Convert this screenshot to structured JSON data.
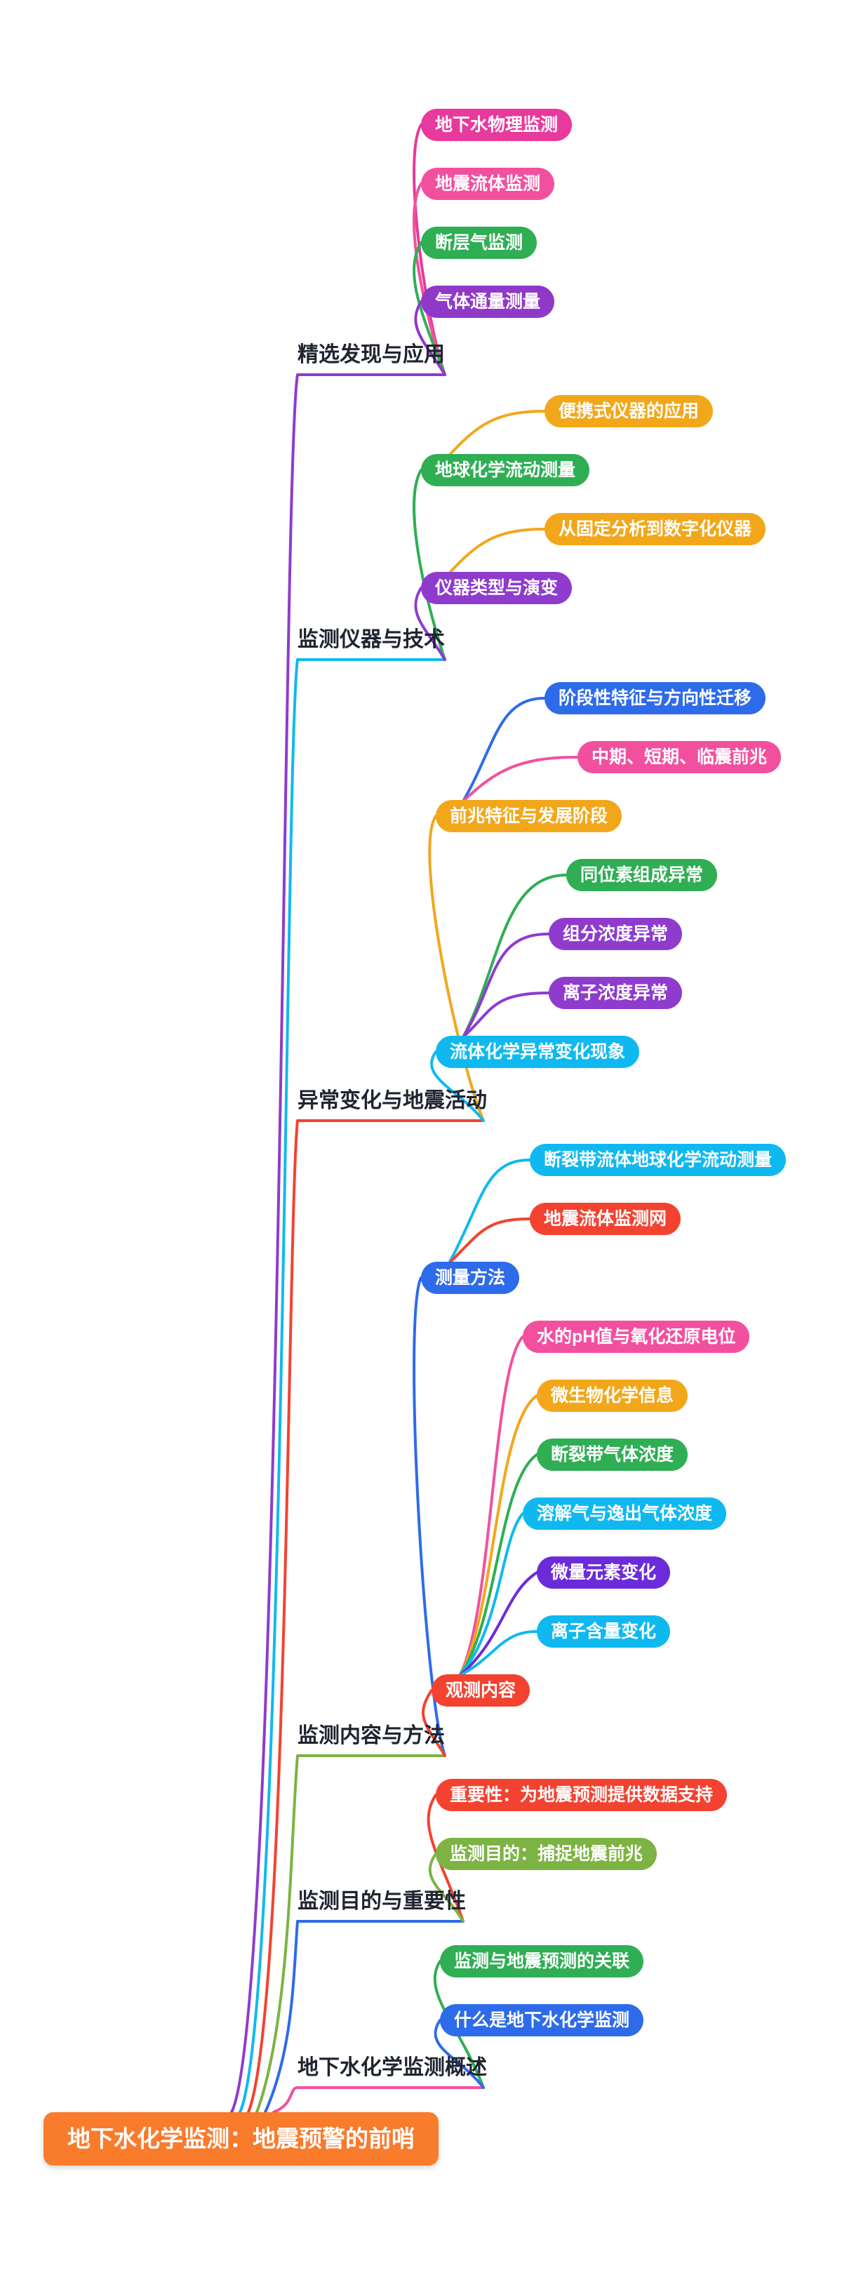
{
  "root": {
    "label": "地下水化学监测：地震预警的前哨",
    "color": "#F97B2C"
  },
  "topics": [
    {
      "label": "精选发现与应用",
      "color": "#8E3BCE",
      "children": [
        {
          "label": "地下水物理监测",
          "color": "#E8399C"
        },
        {
          "label": "地震流体监测",
          "color": "#F2509F"
        },
        {
          "label": "断层气监测",
          "color": "#2FAE54"
        },
        {
          "label": "气体通量测量",
          "color": "#9038C8"
        }
      ]
    },
    {
      "label": "监测仪器与技术",
      "color": "#0FB9F0",
      "children": [
        {
          "label": "地球化学流动测量",
          "color": "#2FAE54",
          "children": [
            {
              "label": "便携式仪器的应用",
              "color": "#F2A71B"
            }
          ]
        },
        {
          "label": "仪器类型与演变",
          "color": "#8E3BCE",
          "children": [
            {
              "label": "从固定分析到数字化仪器",
              "color": "#F2A71B"
            }
          ]
        }
      ]
    },
    {
      "label": "异常变化与地震活动",
      "color": "#F44230",
      "children": [
        {
          "label": "前兆特征与发展阶段",
          "color": "#F2A71B",
          "children": [
            {
              "label": "阶段性特征与方向性迁移",
              "color": "#2E6BEA"
            },
            {
              "label": "中期、短期、临震前兆",
              "color": "#F2509F"
            }
          ]
        },
        {
          "label": "流体化学异常变化现象",
          "color": "#0FB9F0",
          "children": [
            {
              "label": "同位素组成异常",
              "color": "#2FAE54"
            },
            {
              "label": "组分浓度异常",
              "color": "#8E3BCE"
            },
            {
              "label": "离子浓度异常",
              "color": "#8E3BCE"
            }
          ]
        }
      ]
    },
    {
      "label": "监测内容与方法",
      "color": "#7CB342",
      "children": [
        {
          "label": "测量方法",
          "color": "#2E6BEA",
          "children": [
            {
              "label": "断裂带流体地球化学流动测量",
              "color": "#0FB9F0"
            },
            {
              "label": "地震流体监测网",
              "color": "#F44230"
            }
          ]
        },
        {
          "label": "观测内容",
          "color": "#F44230",
          "children": [
            {
              "label": "水的pH值与氧化还原电位",
              "color": "#F2509F"
            },
            {
              "label": "微生物化学信息",
              "color": "#F2A71B"
            },
            {
              "label": "断裂带气体浓度",
              "color": "#2FAE54"
            },
            {
              "label": "溶解气与逸出气体浓度",
              "color": "#0FB9F0"
            },
            {
              "label": "微量元素变化",
              "color": "#6C2BD9"
            },
            {
              "label": "离子含量变化",
              "color": "#0FB9F0"
            }
          ]
        }
      ]
    },
    {
      "label": "监测目的与重要性",
      "color": "#2E6BEA",
      "children": [
        {
          "label": "重要性：为地震预测提供数据支持",
          "color": "#F44230"
        },
        {
          "label": "监测目的：捕捉地震前兆",
          "color": "#7CB342"
        }
      ]
    },
    {
      "label": "地下水化学监测概述",
      "color": "#F2509F",
      "children": [
        {
          "label": "监测与地震预测的关联",
          "color": "#2FAE54"
        },
        {
          "label": "什么是地下水化学监测",
          "color": "#2E6BEA"
        }
      ]
    }
  ]
}
